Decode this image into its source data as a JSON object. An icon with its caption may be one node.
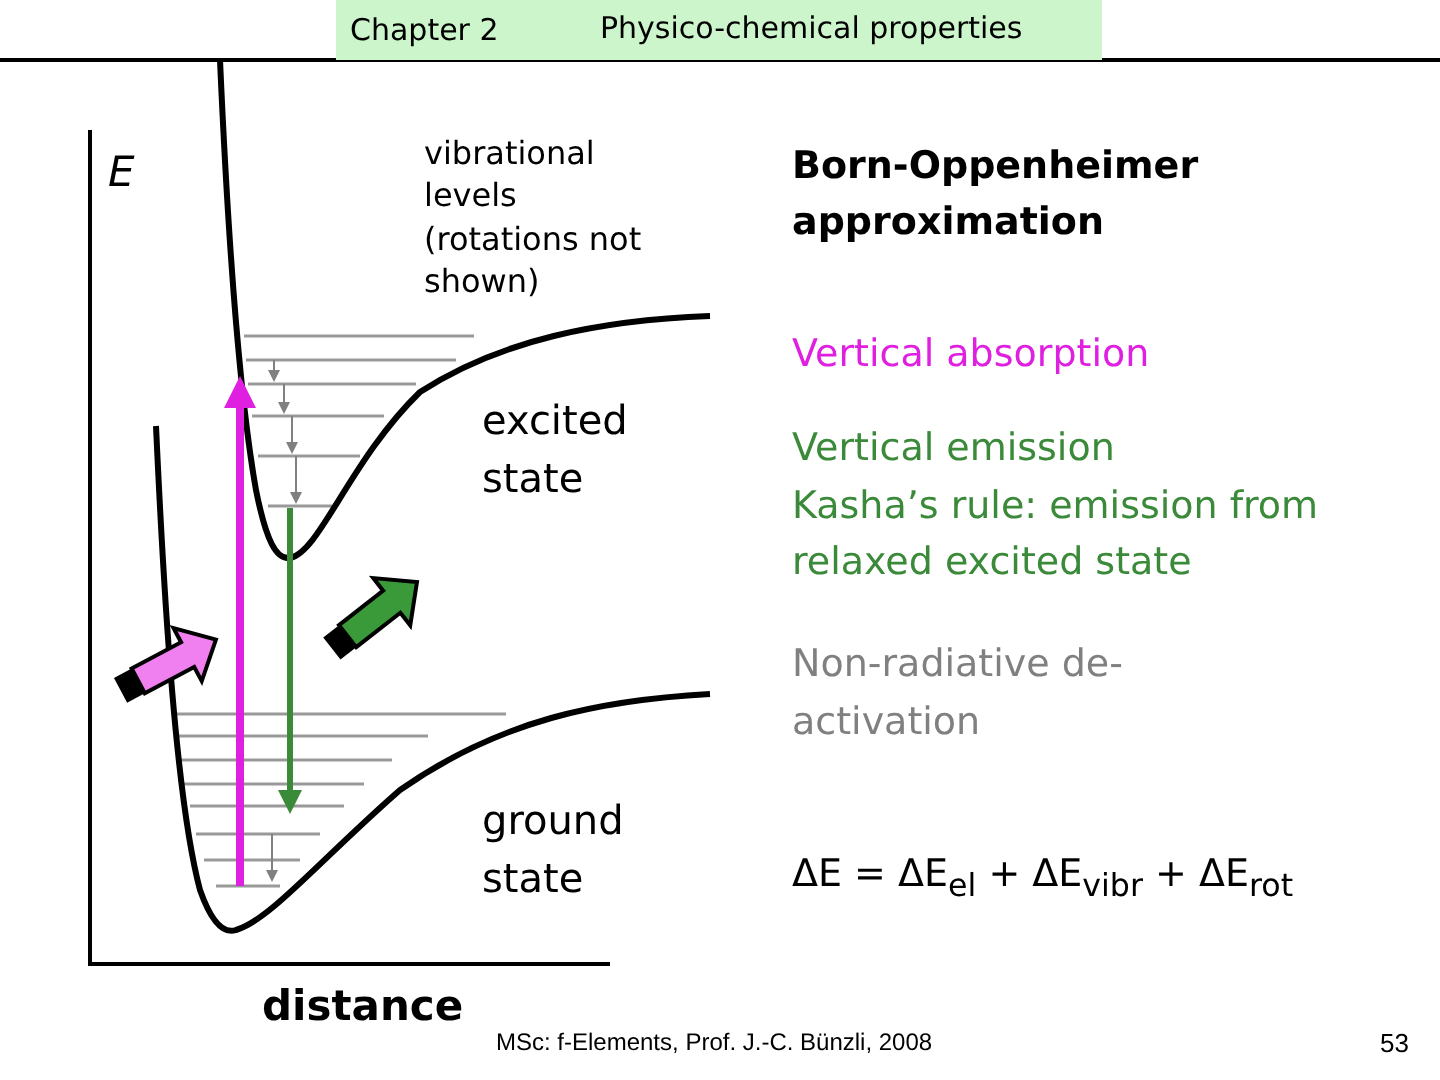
{
  "diagram": {
    "title": "Physico-chemical properties",
    "labels": [
      "Chapter 2",
      "E",
      "vibrational levels (rotations not shown)",
      "Born-Oppenheimer approximation",
      "Vertical absorption",
      "excited state",
      "Vertical emission",
      "Kasha’s rule: emission from relaxed excited state",
      "Non-radiative de-activation",
      "ground state",
      "ΔE = ΔE$_{el}$ + ΔE$_{vibr}$ + ΔE$_{rot}$",
      "distance",
      "MSc: f-Elements,  Prof. J.-C. Bünzli, 2008",
      "53"
    ]
  }
}
